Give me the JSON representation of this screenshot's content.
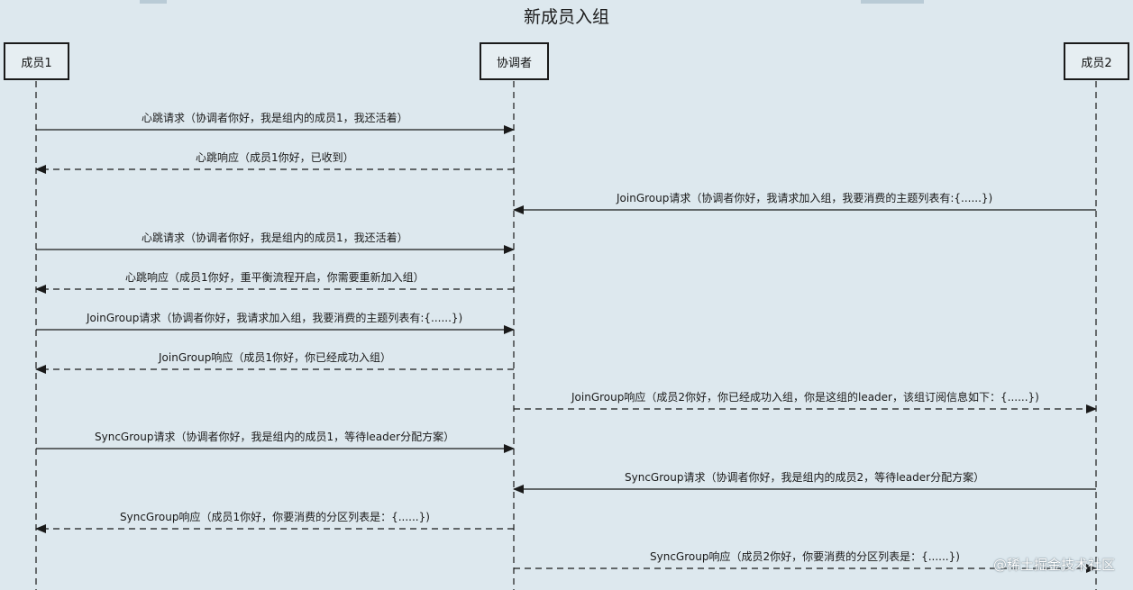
{
  "title": "新成员入组",
  "actors": [
    {
      "id": "member1",
      "label": "成员1"
    },
    {
      "id": "coordinator",
      "label": "协调者"
    },
    {
      "id": "member2",
      "label": "成员2"
    }
  ],
  "messages": [
    {
      "from": "member1",
      "to": "coordinator",
      "style": "solid",
      "label": "心跳请求（协调者你好，我是组内的成员1，我还活着）"
    },
    {
      "from": "coordinator",
      "to": "member1",
      "style": "dashed",
      "label": "心跳响应（成员1你好，已收到）"
    },
    {
      "from": "member2",
      "to": "coordinator",
      "style": "solid",
      "label": "JoinGroup请求（协调者你好，我请求加入组，我要消费的主题列表有:{......})"
    },
    {
      "from": "member1",
      "to": "coordinator",
      "style": "solid",
      "label": "心跳请求（协调者你好，我是组内的成员1，我还活着）"
    },
    {
      "from": "coordinator",
      "to": "member1",
      "style": "dashed",
      "label": "心跳响应（成员1你好，重平衡流程开启，你需要重新加入组）"
    },
    {
      "from": "member1",
      "to": "coordinator",
      "style": "solid",
      "label": "JoinGroup请求（协调者你好，我请求加入组，我要消费的主题列表有:{......})"
    },
    {
      "from": "coordinator",
      "to": "member1",
      "style": "dashed",
      "label": "JoinGroup响应（成员1你好，你已经成功入组）"
    },
    {
      "from": "coordinator",
      "to": "member2",
      "style": "dashed",
      "label": "JoinGroup响应（成员2你好，你已经成功入组，你是这组的leader，该组订阅信息如下：{......})"
    },
    {
      "from": "member1",
      "to": "coordinator",
      "style": "solid",
      "label": "SyncGroup请求（协调者你好，我是组内的成员1，等待leader分配方案）"
    },
    {
      "from": "member2",
      "to": "coordinator",
      "style": "solid",
      "label": "SyncGroup请求（协调者你好，我是组内的成员2，等待leader分配方案）"
    },
    {
      "from": "coordinator",
      "to": "member1",
      "style": "dashed",
      "label": "SyncGroup响应（成员1你好，你要消费的分区列表是：{......})"
    },
    {
      "from": "coordinator",
      "to": "member2",
      "style": "dashed",
      "label": "SyncGroup响应（成员2你好，你要消费的分区列表是：{......})"
    }
  ],
  "watermark": "@稀土掘金技术社区",
  "colors": {
    "background": "#dde8ee",
    "line": "#1a1a1a",
    "box_border": "#1a1a1a"
  }
}
